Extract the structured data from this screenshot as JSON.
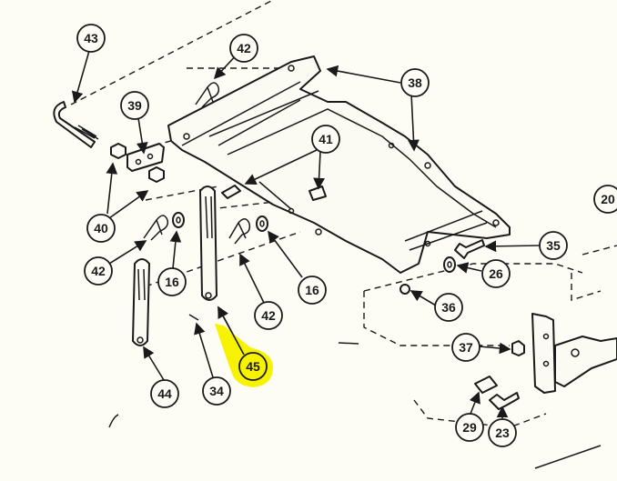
{
  "diagram": {
    "callouts": {
      "c43": "43",
      "c42a": "42",
      "c38": "38",
      "c39": "39",
      "c41": "41",
      "c40": "40",
      "c42b": "42",
      "c16a": "16",
      "c42c": "42",
      "c16b": "16",
      "c20": "20",
      "c35": "35",
      "c26": "26",
      "c36": "36",
      "c37": "37",
      "c45": "45",
      "c34": "34",
      "c44": "44",
      "c29": "29",
      "c23": "23"
    },
    "highlight": {
      "part": "45",
      "color": "#f7f300"
    }
  }
}
